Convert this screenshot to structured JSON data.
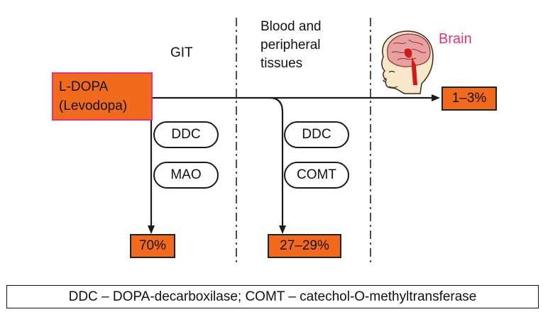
{
  "colors": {
    "orange": "#f26a1b",
    "drug_border": "#e0337a",
    "brain_label": "#e0337a",
    "line": "#1a1a1a"
  },
  "columns": {
    "git": "GIT",
    "blood_line1": "Blood and",
    "blood_line2": "peripheral",
    "blood_line3": "tissues",
    "brain": "Brain"
  },
  "drug": {
    "line1": "L-DOPA",
    "line2": "(Levodopa)"
  },
  "git_enzymes": [
    "DDC",
    "MAO"
  ],
  "blood_enzymes": [
    "DDC",
    "COMT"
  ],
  "results": {
    "git": "70%",
    "blood": "27–29%",
    "brain": "1–3%"
  },
  "brain_icon": "brain-head-icon",
  "legend": "DDC – DOPA-decarboxilase; COMT – catechol-O-methyltransferase"
}
